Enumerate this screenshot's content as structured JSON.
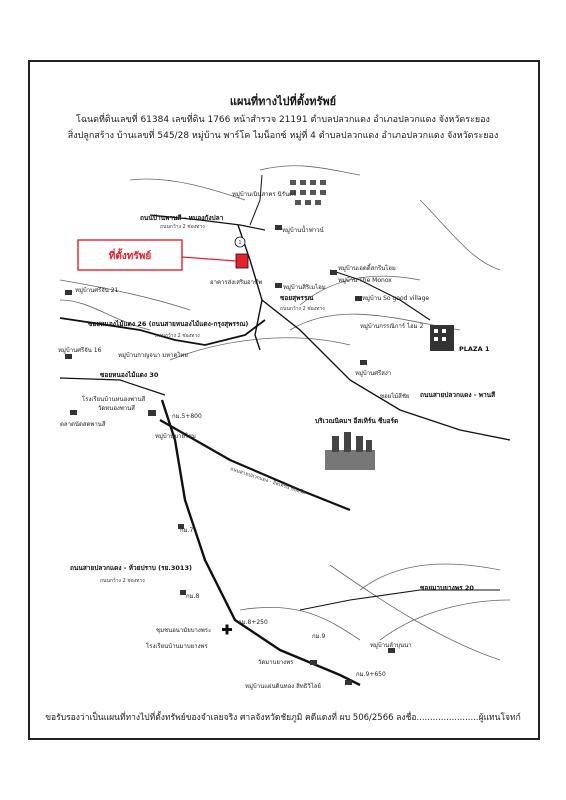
{
  "header": {
    "title": "แผนที่ทางไปที่ตั้งทรัพย์",
    "line1": "โฉนดที่ดินเลขที่ 61384  เลขที่ดิน 1766  หน้าสำรวจ 21191  ตำบลปลวกแดง  อำเภอปลวกแดง  จังหวัดระยอง",
    "line2": "สิ่งปลูกสร้าง  บ้านเลขที่ 545/28  หมู่บ้าน พาร์โค ไมน็อกซ์  หมู่ที่ 4  ตำบลปลวกแดง  อำเภอปลวกแดง  จังหวัดระยอง"
  },
  "property_label": "ที่ตั้งทรัพย์",
  "colors": {
    "property": "#e8202a",
    "road": "#111111",
    "ink": "#222222"
  },
  "map_labels": {
    "noen_sakhon": "หมู่บ้านเนินสาคร นิรันดร์",
    "road_phanasnikhom": "ถนนบ้านพานสี - หนองกังปลา",
    "lanes2_a": "ถนนกว้าง 2 ช่องทาง",
    "marker_1": "1",
    "noen_krapao": "หมู่บ้านน้ำฟาวน์",
    "asamcha": "อาคารส่งเสริมอาชีพ",
    "wisdom": "หมู่บ้านเอดดี้สกรีนไฮม",
    "the_monox": "หมู่บ้าน The Monox",
    "siri_home": "หมู่บ้านสิริเมไฮม",
    "soi_suphan": "ซอยสุพรรณ",
    "lanes2_b": "ถนนกว้าง 2 ช่องทาง",
    "so_good": "หมู่บ้าน So good village",
    "sri_chan": "หมู่บ้านศรีจัน 21",
    "soi_nongmai": "ซอยหนองไม้แดง 26 (ถนนสายหนองไม้แดง-กรุงสุพรรณ)",
    "lanes2_c": "ถนนกว้าง 2 ช่องทาง",
    "sri_chan_16": "หมู่บ้านศรีจัน 16",
    "plaza": "PLAZA 1",
    "kannika": "หมู่บ้านกรรณิการ์ ไฮม 2",
    "kanjana": "หมู่บ้านกาญจนา มหาดไทย",
    "soi_9": "ซอยไม้สีชัย",
    "soi_30": "ซอยหนองไม้แดง 30",
    "rongrian": "โรงเรียนบ้านหนองพานสี",
    "wat": "วัดหนองพานสี",
    "market": "ตลาดนัดสดพานสี",
    "km_5800": "กม.5+800",
    "road_east": "ถนนสายปลวกแดง - พานสี",
    "muban_e": "หมู่บ้านมายโฮม",
    "industrial": "บริเวณนิคมฯ อีสเทิร์น ซีบอร์ด",
    "diag_road": "ถนนสายปลวกแดง - อีสเทิร์น ซีบอร์ด",
    "km_7": "กม.7",
    "road_3013": "ถนนสายปลวกแดง - ห้วยปราบ (รย.3013)",
    "lanes2_d": "ถนนกว้าง 2 ช่องทาง",
    "km_8": "กม.8",
    "km_8250": "กม.8+250",
    "clinic": "ชุมชนอนามัยบางพระ",
    "school2": "โรงเรียนบ้านมาบยางพร",
    "km_9": "กม.9",
    "wat2": "วัดมาบยางพร",
    "soi_20": "ซอยมาบยางพร 20",
    "muban_nam": "หมู่บ้านลำบุนนา",
    "km_9650": "กม.9+650",
    "ploy": "หมู่บ้านแผ่นดินทอง สิทธิวิไลย์",
    "sagarn": "หมู่บ้านศรีสง่า"
  },
  "footer": "ขอรับรองว่าเป็นแผนที่ทางไปที่ตั้งทรัพย์ของจำเลยจริง ศาลจังหวัดชัยภูมิ คดีแดงที่ ผบ 506/2566 ลงชื่อ.......................ผู้แทนโจทก์"
}
